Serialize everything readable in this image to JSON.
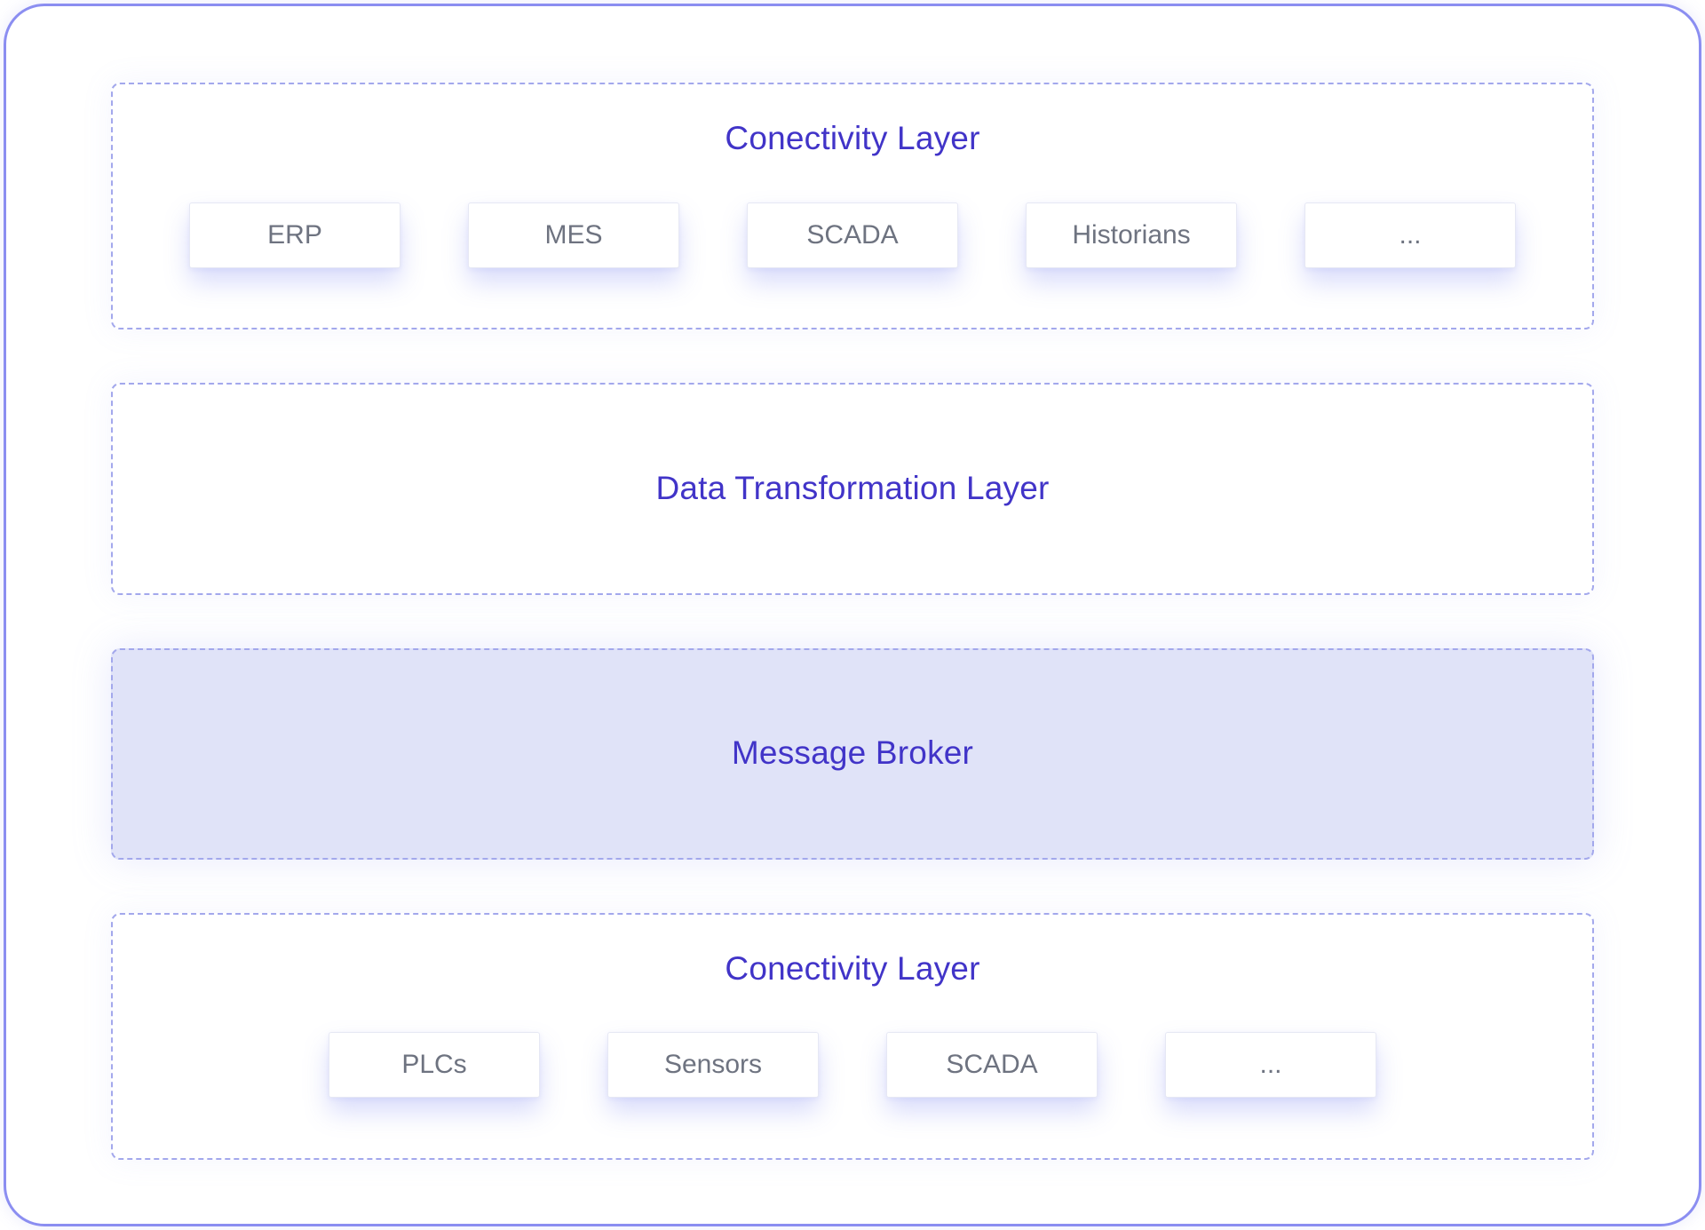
{
  "colors": {
    "accent_border": "#8b8ef1",
    "dashed_border": "#a3a8ec",
    "title_text": "#4134c8",
    "box_text": "#6e7380",
    "broker_fill": "#e0e3f8"
  },
  "layers": {
    "top_connectivity": {
      "title": "Conectivity Layer",
      "items": [
        "ERP",
        "MES",
        "SCADA",
        "Historians",
        "..."
      ]
    },
    "data_transformation": {
      "title": "Data Transformation Layer"
    },
    "message_broker": {
      "title": "Message Broker"
    },
    "bottom_connectivity": {
      "title": "Conectivity Layer",
      "items": [
        "PLCs",
        "Sensors",
        "SCADA",
        "..."
      ]
    }
  }
}
